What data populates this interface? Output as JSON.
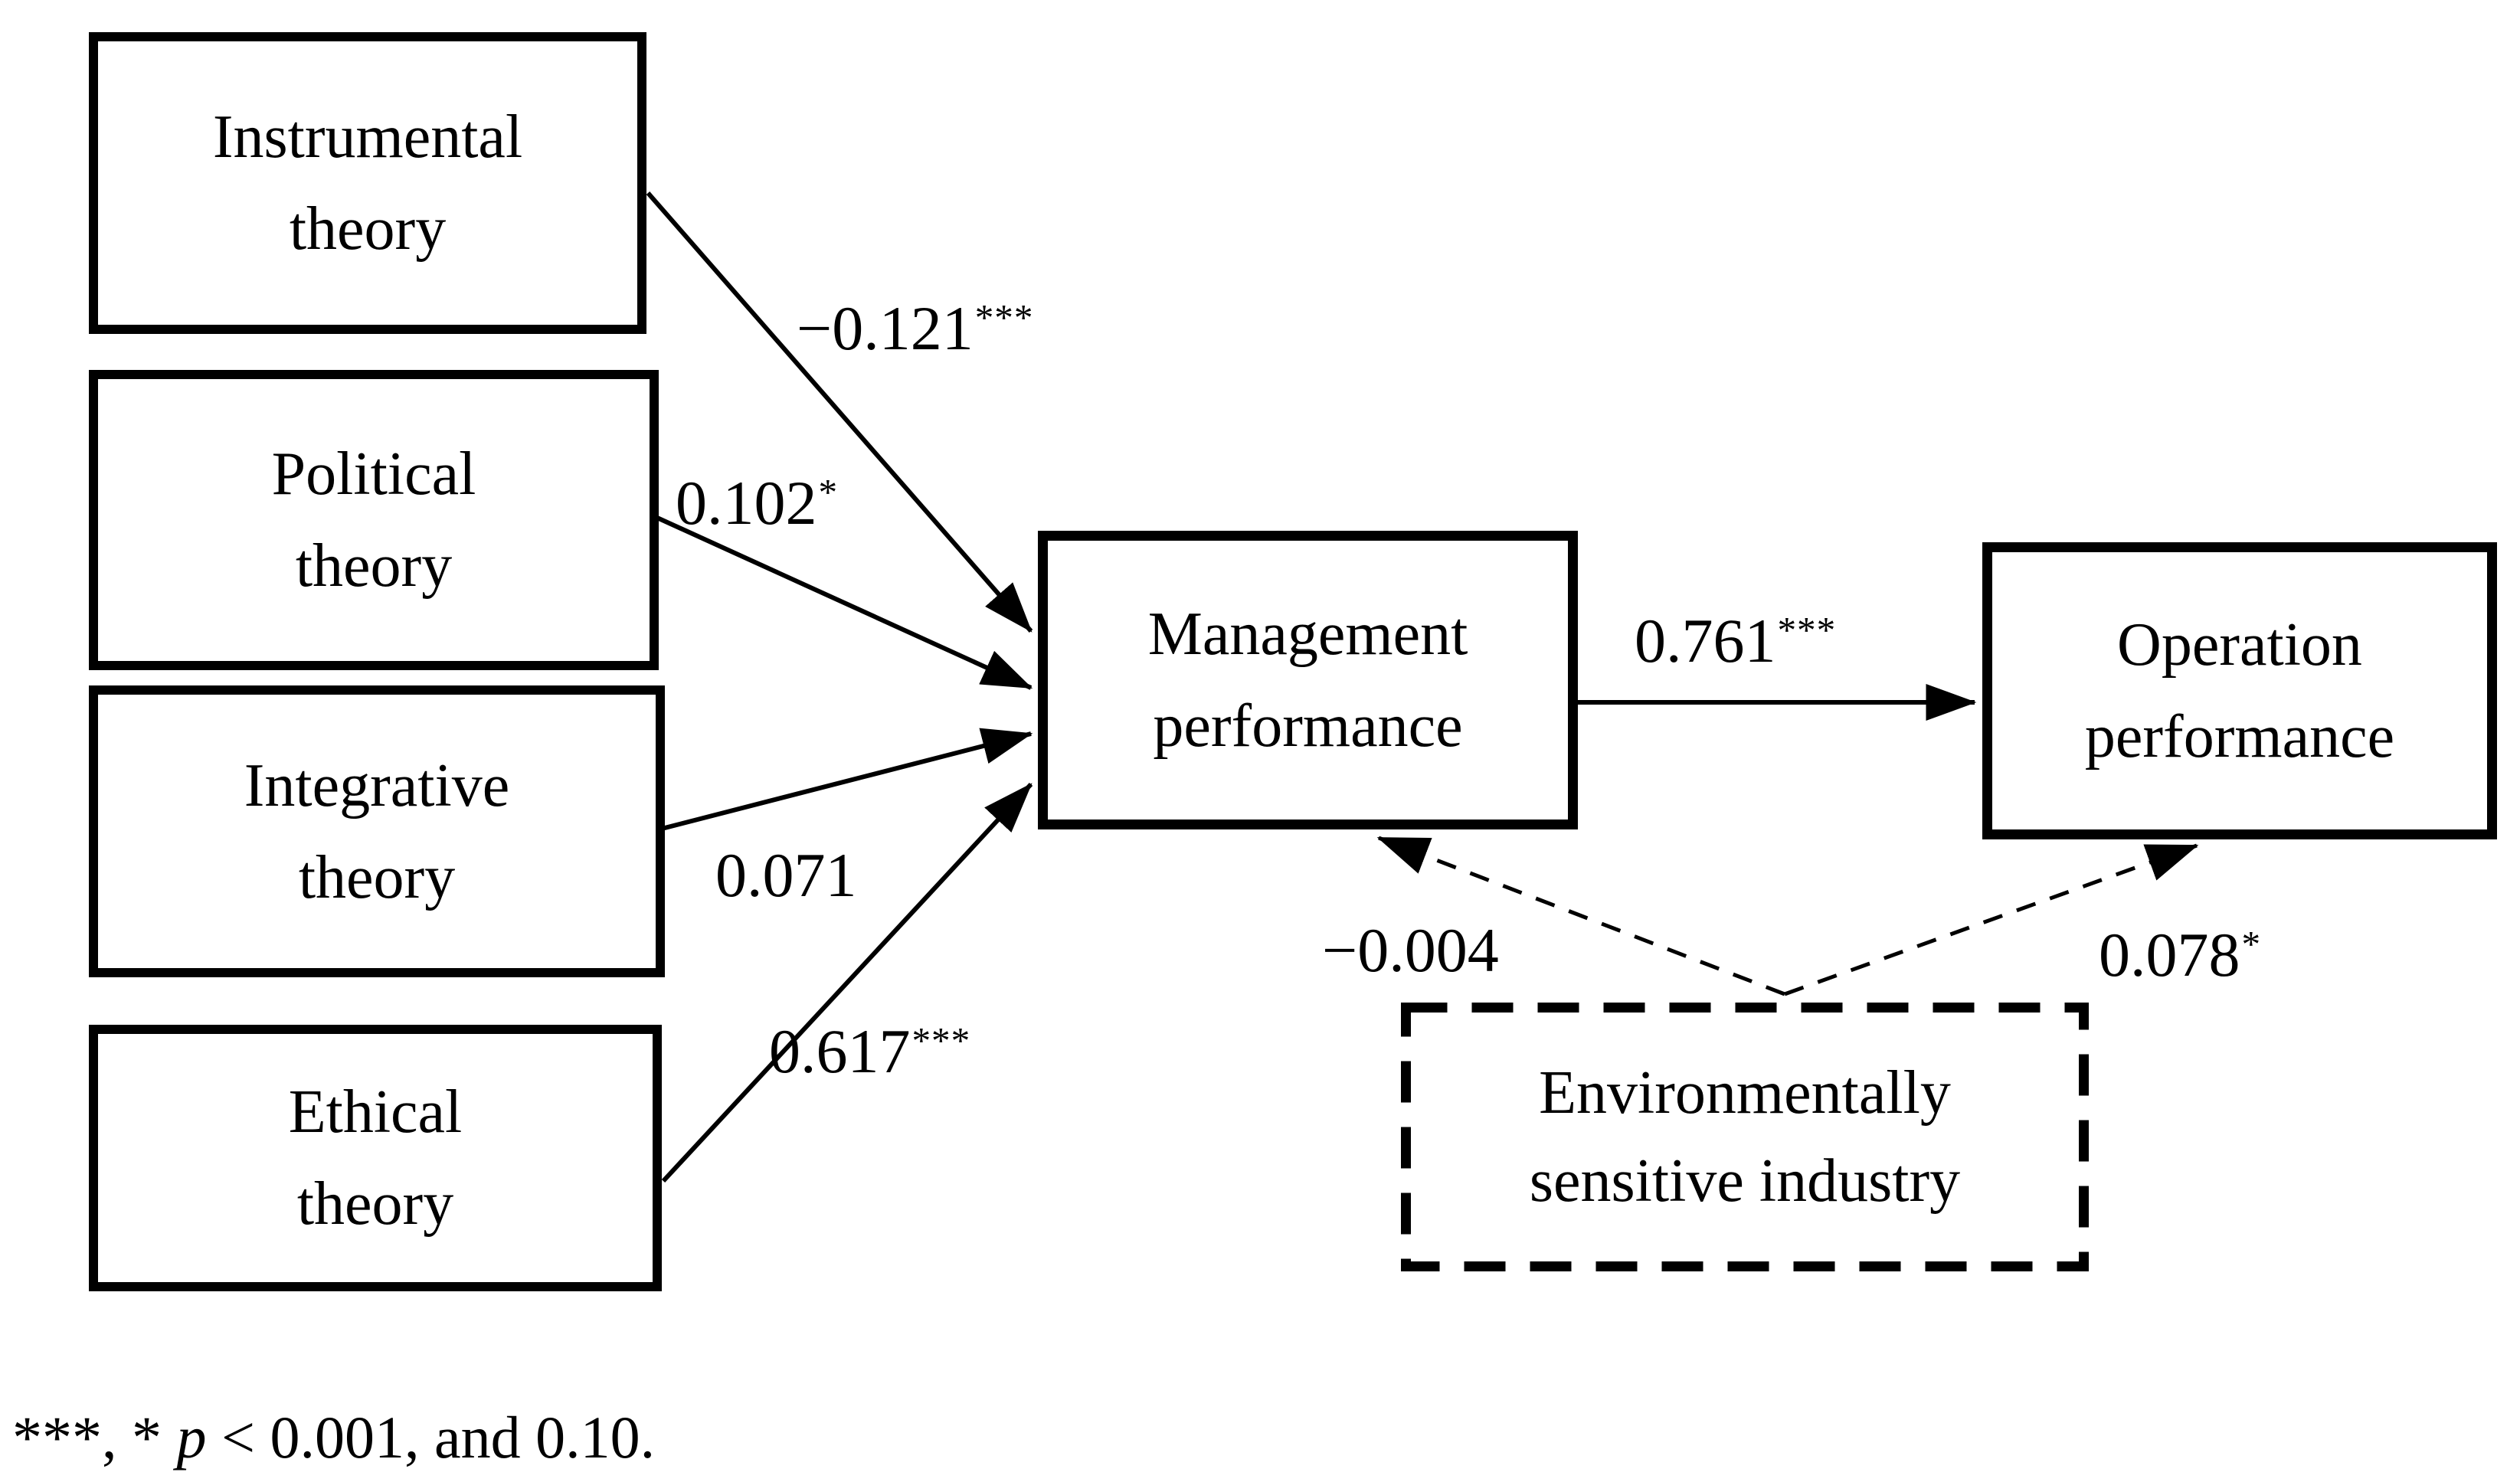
{
  "diagram": {
    "background_color": "#ffffff",
    "line_color": "#000000",
    "boxes": [
      {
        "id": "instrumental",
        "label": "Instrumental theory",
        "border": "solid"
      },
      {
        "id": "political",
        "label": "Political theory",
        "border": "solid"
      },
      {
        "id": "integrative",
        "label": "Integrative theory",
        "border": "solid"
      },
      {
        "id": "ethical",
        "label": "Ethical theory",
        "border": "solid"
      },
      {
        "id": "management",
        "label": "Management performance",
        "border": "solid"
      },
      {
        "id": "operation",
        "label": "Operation performance",
        "border": "solid"
      },
      {
        "id": "industry",
        "label": "Environmentally sensitive industry",
        "border": "dashed"
      }
    ],
    "paths": [
      {
        "from": "Instrumental theory",
        "to": "Management performance",
        "value": "−0.121",
        "sig": "***",
        "line": "solid"
      },
      {
        "from": "Political theory",
        "to": "Management performance",
        "value": "0.102",
        "sig": "*",
        "line": "solid"
      },
      {
        "from": "Integrative theory",
        "to": "Management performance",
        "value": "0.071",
        "sig": "",
        "line": "solid"
      },
      {
        "from": "Ethical theory",
        "to": "Management performance",
        "value": "0.617",
        "sig": "***",
        "line": "solid"
      },
      {
        "from": "Management performance",
        "to": "Operation performance",
        "value": "0.761",
        "sig": "***",
        "line": "solid"
      },
      {
        "from": "Environmentally sensitive industry",
        "to": "Management performance",
        "value": "−0.004",
        "sig": "",
        "line": "dashed"
      },
      {
        "from": "Environmentally sensitive industry",
        "to": "Operation performance",
        "value": "0.078",
        "sig": "*",
        "line": "dashed"
      }
    ],
    "note": {
      "sig_prefix": "***, * ",
      "p_symbol": "p",
      "note_rest": " < 0.001, and 0.10."
    }
  }
}
